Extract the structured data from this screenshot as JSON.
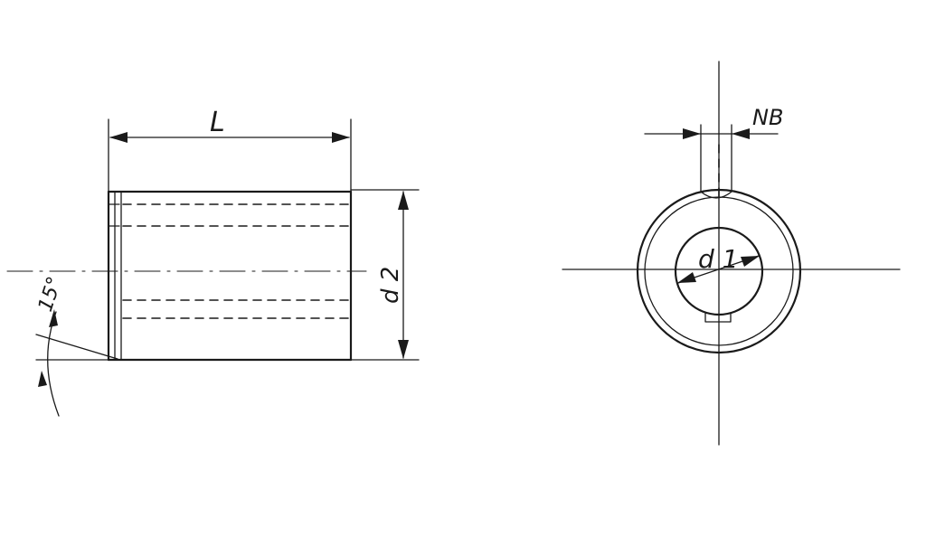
{
  "side_view": {
    "length_label": "L",
    "diameter_label": "d 2",
    "chamfer_angle_label": "15°"
  },
  "front_view": {
    "bore_label": "d 1",
    "keyway_width_label": "NB"
  },
  "colors": {
    "ink": "#1a1a1a",
    "paper": "#ffffff"
  }
}
